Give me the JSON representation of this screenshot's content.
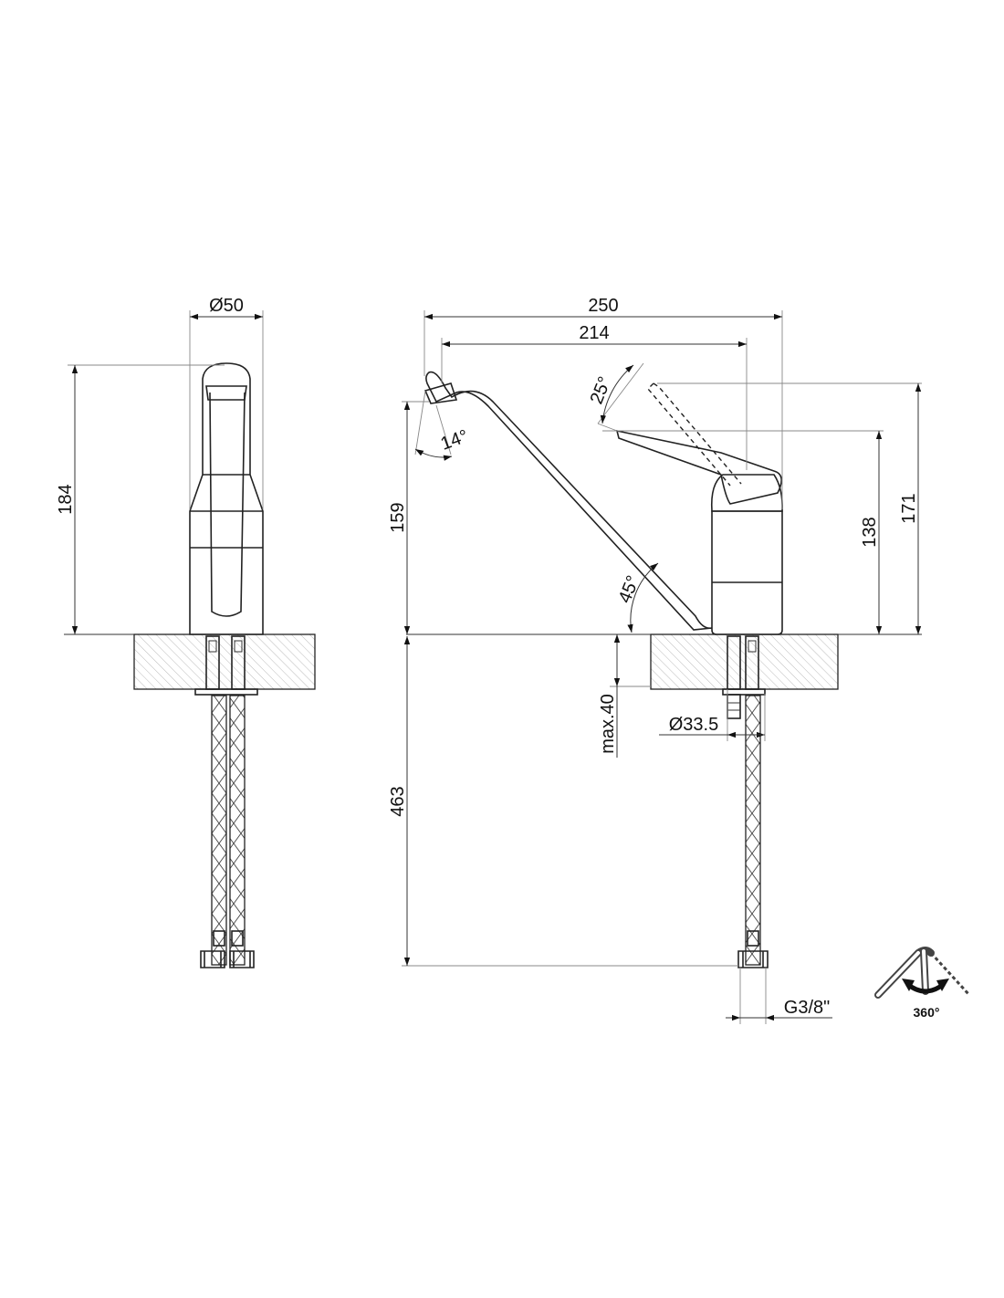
{
  "dimensions": {
    "diameter_body": "Ø50",
    "height_total_front": "184",
    "length_total": "250",
    "length_spout": "214",
    "angle_lever": "25°",
    "angle_spout_tip": "14°",
    "height_spout": "159",
    "angle_spout": "45°",
    "height_lever": "138",
    "height_lever_raised": "171",
    "max_thickness": "max.40",
    "diameter_hole": "Ø33.5",
    "hose_length": "463",
    "thread": "G3/8\""
  },
  "rotation": {
    "label": "360°"
  }
}
